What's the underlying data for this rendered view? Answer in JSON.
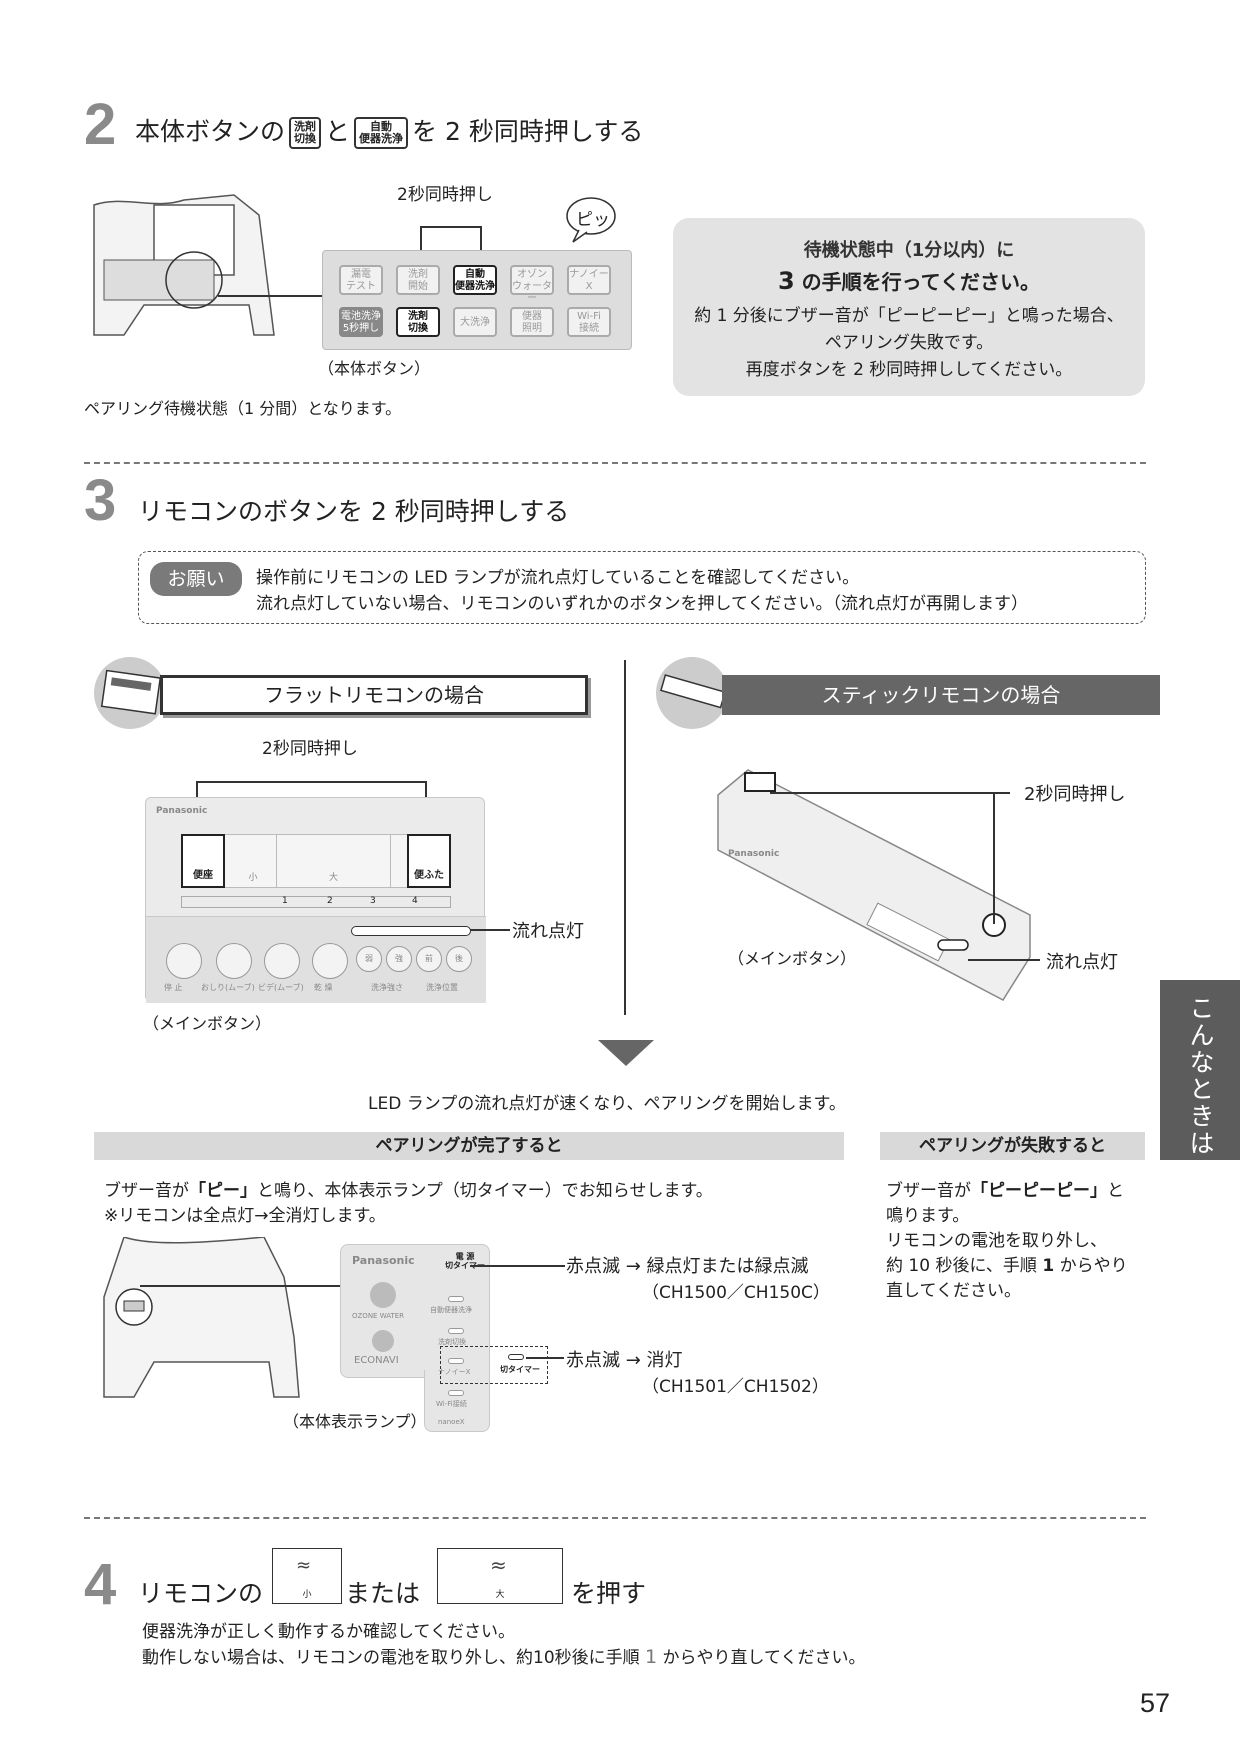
{
  "step2": {
    "number": "2",
    "title_a": "本体ボタンの",
    "key1": "洗剤\n切換",
    "title_b": "と",
    "key2": "自動\n便器洗浄",
    "title_c": "を 2 秒同時押しする",
    "hold_label": "2秒同時押し",
    "beep": "ピッ",
    "panel_caption": "（本体ボタン）",
    "buttons_row1": [
      "漏電\nテスト",
      "洗剤\n開始",
      "自動\n便器洗浄",
      "オゾン\nウォーター",
      "ナノイーX"
    ],
    "buttons_row2": [
      "電池洗浄\n5秒押し",
      "洗剤\n切換",
      "大洗浄",
      "便器\n照明",
      "Wi-Fi\n接続"
    ],
    "note": "ペアリング待機状態（1 分間）となります。",
    "info_line1": "待機状態中（1分以内）に",
    "info_line2_num": "3",
    "info_line2": " の手順を行ってください。",
    "info_line3": "約 1 分後にブザー音が「ピーピーピー」と鳴った場合、",
    "info_line4": "ペアリング失敗です。",
    "info_line5": "再度ボタンを 2 秒同時押ししてください。"
  },
  "step3": {
    "number": "3",
    "title": "リモコンのボタンを 2 秒同時押しする",
    "request_badge": "お願い",
    "request_line1": "操作前にリモコンの LED ランプが流れ点灯していることを確認してください。",
    "request_line2": "流れ点灯していない場合、リモコンのいずれかのボタンを押してください。（流れ点灯が再開します）",
    "flat_title": "フラットリモコンの場合",
    "stick_title": "スティックリモコンの場合",
    "hold_label": "2秒同時押し",
    "flow_label": "流れ点灯",
    "main_button_caption": "（メインボタン）",
    "flat_brand": "Panasonic",
    "flat_top_buttons": [
      "便座",
      "小",
      "大",
      "便ふた"
    ],
    "flat_bottom_labels": [
      "停 止",
      "おしり(ムーブ)",
      "ビデ(ムーブ)",
      "乾 燥",
      "洗浄強さ",
      "洗浄位置"
    ],
    "flat_number_row": [
      "1",
      "2",
      "3",
      "4"
    ],
    "flat_small_btns": [
      "弱",
      "強",
      "前",
      "後"
    ],
    "stick_brand": "Panasonic",
    "result_text": "LED ランプの流れ点灯が速くなり、ペアリングを開始します。",
    "success_header": "ペアリングが完了すると",
    "success_line1_a": "ブザー音が",
    "success_line1_b": "「ピー」",
    "success_line1_c": "と鳴り、本体表示ランプ（切タイマー）でお知らせします。",
    "success_line2": "※リモコンは全点灯→全消灯します。",
    "lamp_brand": "Panasonic",
    "lamp_items": [
      "電 源\n切タイマー",
      "自動便器洗浄",
      "洗剤切換",
      "ナノイーX",
      "Wi-Fi接続"
    ],
    "lamp_logo1": "OZONE WATER",
    "lamp_logo2": "ECONAVI",
    "lamp_logo3": "nanoeX",
    "lamp_timer_label": "切タイマー",
    "lamp_caption": "（本体表示ランプ）",
    "callout1_a": "赤点滅 → 緑点灯または緑点滅",
    "callout1_b": "（CH1500／CH150C）",
    "callout2_a": "赤点滅 → 消灯",
    "callout2_b": "（CH1501／CH1502）",
    "fail_header": "ペアリングが失敗すると",
    "fail_line1_a": "ブザー音が",
    "fail_line1_b": "「ピーピーピー」",
    "fail_line1_c": "と",
    "fail_line2": "鳴ります。",
    "fail_line3": "リモコンの電池を取り外し、",
    "fail_line4_a": "約 10 秒後に、手順 ",
    "fail_line4_b": "1",
    "fail_line4_c": " からやり",
    "fail_line5": "直してください。"
  },
  "side_tab": "こんなときは",
  "step4": {
    "number": "4",
    "title_a": "リモコンの",
    "key_small": "小",
    "title_b": "または",
    "key_big": "大",
    "title_c": "を押す",
    "line1": "便器洗浄が正しく動作するか確認してください。",
    "line2_a": "動作しない場合は、リモコンの電池を取り外し、約10秒後に手順 ",
    "line2_b": "1",
    "line2_c": " からやり直してください。"
  },
  "page_number": "57"
}
